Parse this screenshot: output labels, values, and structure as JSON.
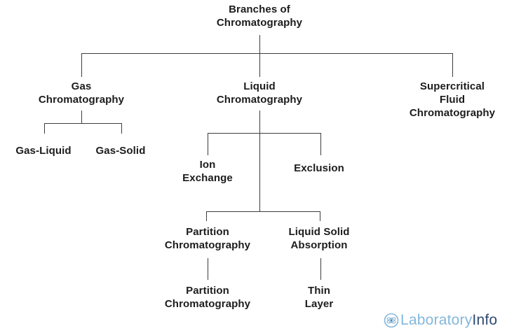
{
  "diagram": {
    "nodes": {
      "root": {
        "label": "Branches of\nChromatography"
      },
      "gas": {
        "label": "Gas\nChromatography"
      },
      "liquid": {
        "label": "Liquid\nChromatography"
      },
      "supercritical": {
        "label": "Supercritical\nFluid\nChromatography"
      },
      "gas_liquid": {
        "label": "Gas-Liquid"
      },
      "gas_solid": {
        "label": "Gas-Solid"
      },
      "ion_exchange": {
        "label": "Ion\nExchange"
      },
      "exclusion": {
        "label": "Exclusion"
      },
      "partition_mid": {
        "label": "Partition\nChromatography"
      },
      "liquid_solid_absorption": {
        "label": "Liquid Solid\nAbsorption"
      },
      "partition_bottom": {
        "label": "Partition\nChromatography"
      },
      "thin_layer": {
        "label": "Thin\nLayer"
      }
    },
    "edges": [
      "root->gas",
      "root->liquid",
      "root->supercritical",
      "gas->gas_liquid",
      "gas->gas_solid",
      "liquid->ion_exchange",
      "liquid->exclusion",
      "liquid->partition_mid",
      "liquid->liquid_solid_absorption",
      "partition_mid->partition_bottom",
      "liquid_solid_absorption->thin_layer"
    ],
    "colors": {
      "line": "#3d3d3d",
      "text": "#1c1c1c",
      "background": "#ffffff"
    }
  },
  "logo": {
    "icon": "atom-flask-icon",
    "brand_primary": "Laboratory",
    "brand_secondary": "Info",
    "colors": {
      "primary": "#85b7da",
      "secondary": "#2e4a70"
    }
  }
}
